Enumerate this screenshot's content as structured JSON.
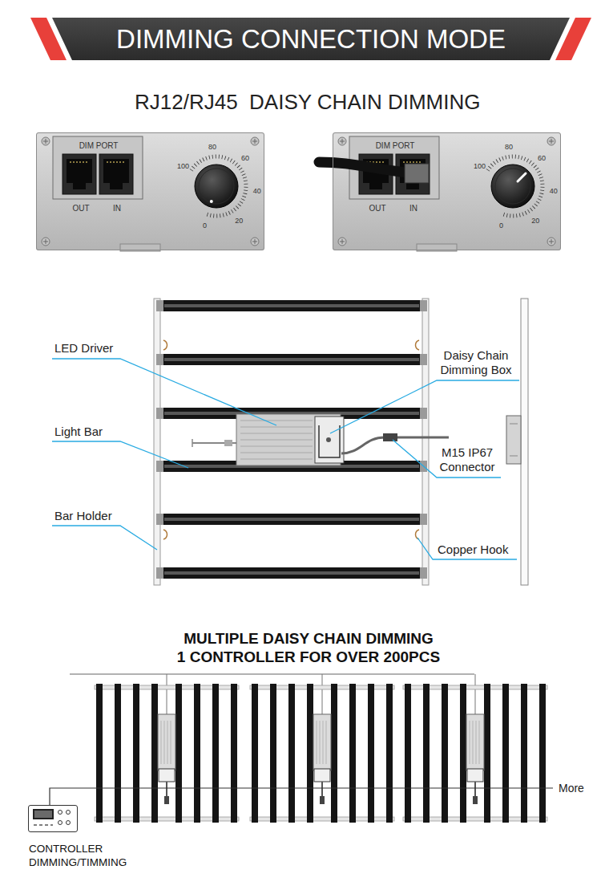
{
  "diagram": {
    "title": "DIMMING CONNECTION MODE",
    "nodes": [
      {
        "text": [
          "DIM PORT",
          "OUT",
          "IN",
          "100",
          "80",
          "60",
          "40",
          "20",
          "0"
        ]
      },
      {
        "text": [
          "DIM PORT",
          "OUT",
          "IN",
          "100",
          "80",
          "60",
          "40",
          "20",
          "0"
        ]
      },
      {
        "text": [
          "CONTROLLER DIMMING/TIMMING"
        ]
      }
    ],
    "labels": [
      "RJ12/RJ45  DAISY CHAIN DIMMING",
      "LED Driver",
      "Daisy Chain Dimming Box",
      "Light Bar",
      "M15 IP67 Connector",
      "Bar Holder",
      "Copper Hook",
      "MULTIPLE DAISY CHAIN DIMMING",
      "1 CONTROLLER FOR OVER 200PCS",
      "More"
    ]
  }
}
